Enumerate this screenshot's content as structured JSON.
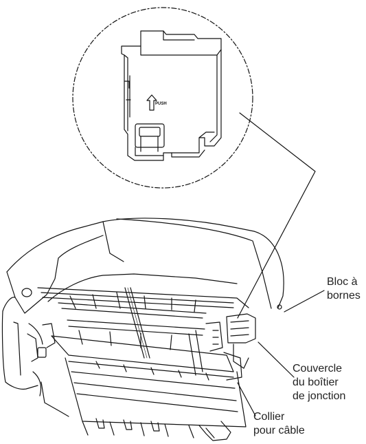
{
  "figure": {
    "push_mark": "PUSH",
    "callouts": {
      "terminal_block": [
        "Bloc à",
        "bornes"
      ],
      "junction_box_cover": [
        "Couvercle",
        "du boîtier",
        "de jonction"
      ],
      "cable_clamp": [
        "Collier",
        "pour câble"
      ]
    }
  },
  "colors": {
    "line": "#111111",
    "background": "#ffffff"
  }
}
